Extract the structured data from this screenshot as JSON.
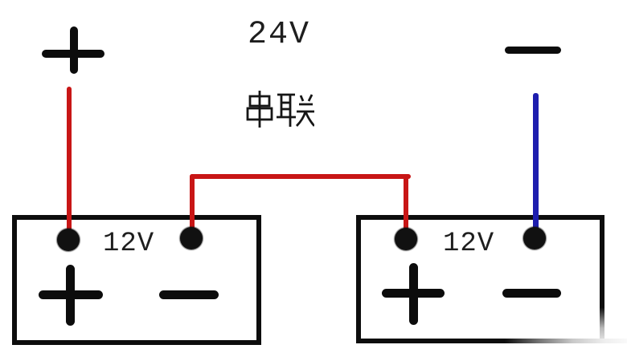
{
  "diagram": {
    "total_voltage": "24V",
    "connection_type": "串联",
    "output_terminals": {
      "positive": "+",
      "negative": "−"
    },
    "wire_colors": {
      "positive_wire": "#c81616",
      "bridge_wire": "#c81616",
      "negative_wire": "#1d1dae"
    },
    "batteries": [
      {
        "voltage": "12V",
        "positive_symbol": "+",
        "negative_symbol": "−"
      },
      {
        "voltage": "12V",
        "positive_symbol": "+",
        "negative_symbol": "−"
      }
    ]
  }
}
